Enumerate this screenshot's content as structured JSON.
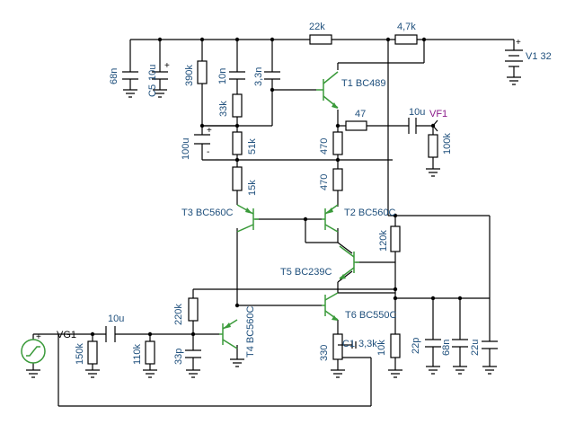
{
  "resistors": {
    "r22k": "22k",
    "r4k7": "4,7k",
    "r390k": "390k",
    "r33k": "33k",
    "r51k": "51k",
    "r47": "47",
    "r470a": "470",
    "r470b": "470",
    "r15k": "15k",
    "r100k": "100k",
    "r120k": "120k",
    "r220k": "220k",
    "r150k": "150k",
    "r110k": "110k",
    "r330": "330",
    "r3k3": "3,3k",
    "r10k": "10k"
  },
  "capacitors": {
    "c68n_top": "68n",
    "c5_label": "C5",
    "c5_value": "10u",
    "c10n": "10n",
    "c3n3": "3,3n",
    "c100u": "100u",
    "c10u_out": "10u",
    "c10u_in": "10u",
    "c33p": "33p",
    "c1_label": "C1",
    "c22p": "22p",
    "c68n_bot": "68n",
    "c22u": "22u"
  },
  "transistors": {
    "t1": "T1 BC489",
    "t2": "T2 BC560C",
    "t3": "T3 BC560C",
    "t4": "T4 BC560C",
    "t5": "T5 BC239C",
    "t6": "T6 BC550C"
  },
  "sources": {
    "v1": "V1 32",
    "vg1": "VG1",
    "vf1": "VF1"
  },
  "signs": {
    "plus": "+",
    "minus": "-"
  }
}
